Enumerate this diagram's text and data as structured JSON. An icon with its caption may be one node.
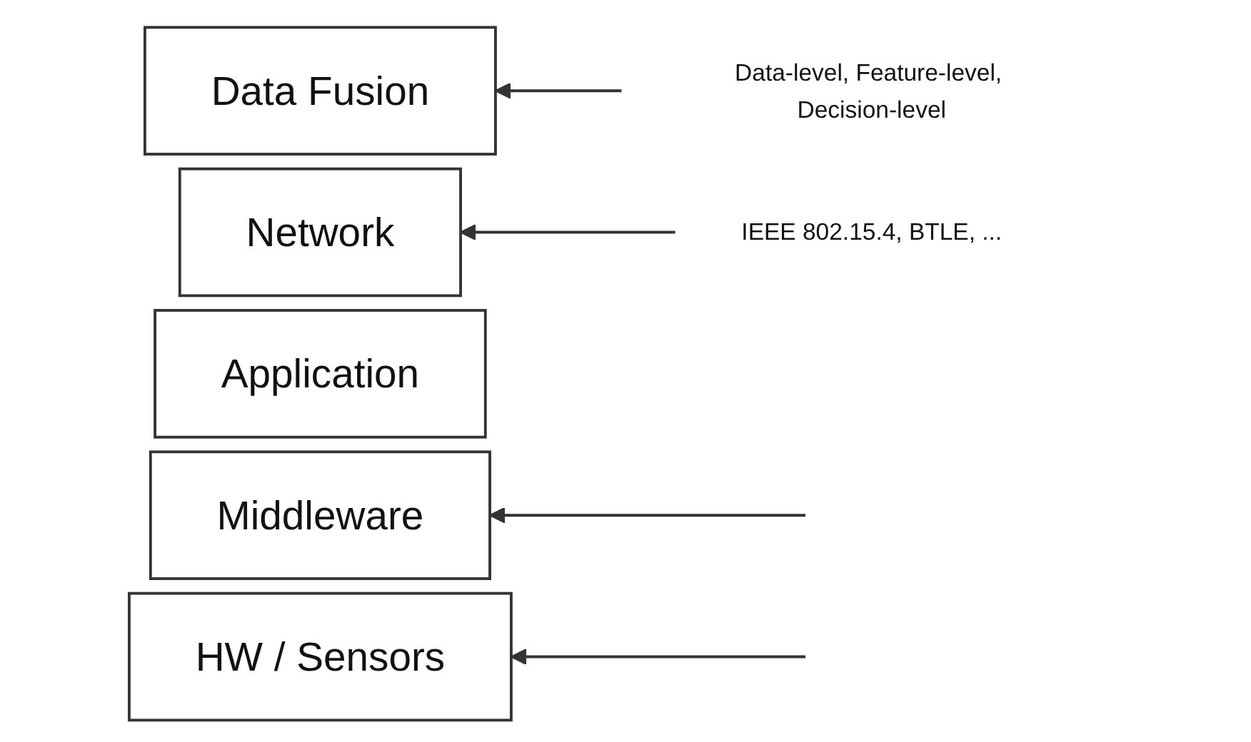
{
  "diagram": {
    "nodes": [
      {
        "text": [
          "Application"
        ]
      },
      {
        "text": [
          "Data Fusion"
        ]
      },
      {
        "text": [
          "Middleware"
        ]
      },
      {
        "text": [
          "Network"
        ]
      },
      {
        "text": [
          "HW / Sensors"
        ]
      },
      {
        "text": [
          "Data-level, Feature-level, Decision-level"
        ]
      },
      {
        "text": [
          "IEEE 802.15.4, BTLE, ..."
        ]
      }
    ],
    "edges": [
      {
        "from": 5,
        "to": 1,
        "arrow": "to"
      },
      {
        "from": null,
        "to": 2,
        "arrow": "to"
      },
      {
        "from": 6,
        "to": 3,
        "arrow": "to"
      },
      {
        "from": null,
        "to": 4,
        "arrow": "to"
      }
    ]
  }
}
